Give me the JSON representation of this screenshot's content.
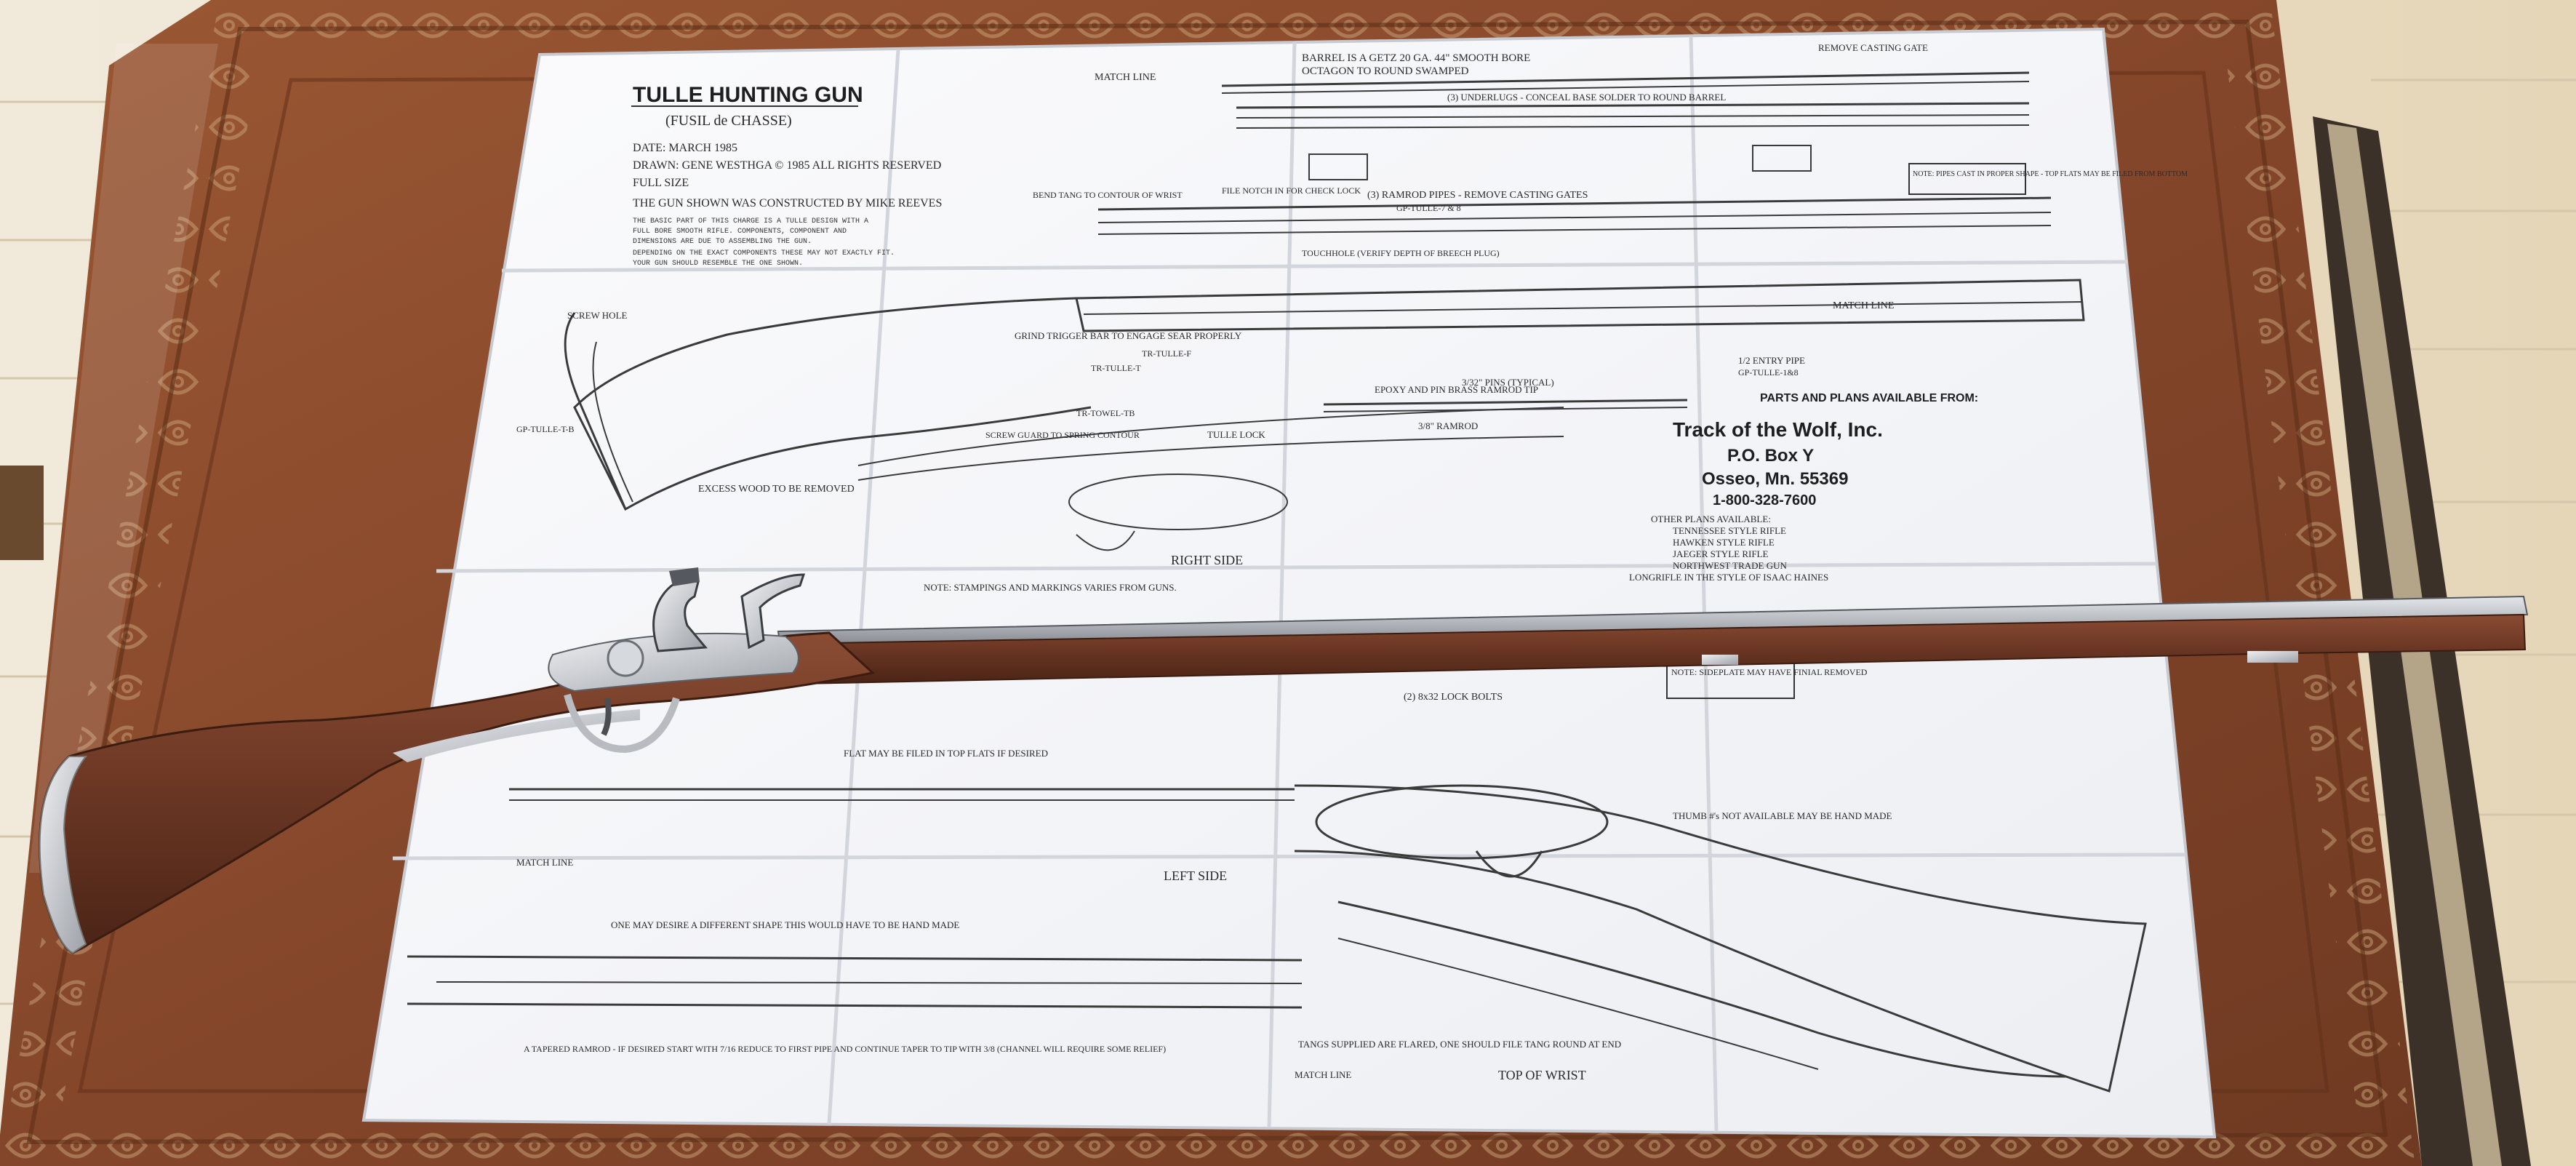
{
  "plan": {
    "title": "TULLE HUNTING GUN",
    "subtitle": "(FUSIL de CHASSE)",
    "credits": [
      "DATE: MARCH 1985",
      "DRAWN: GENE WESTHGA © 1985 ALL RIGHTS RESERVED",
      "FULL SIZE",
      "THE GUN SHOWN WAS CONSTRUCTED BY MIKE REEVES"
    ],
    "fineprint": [
      "THE BASIC PART OF THIS CHARGE IS A TULLE DESIGN WITH A",
      "FULL BORE SMOOTH RIFLE. COMPONENTS, COMPONENT AND",
      "DIMENSIONS ARE DUE TO ASSEMBLING THE GUN.",
      "DEPENDING ON THE EXACT COMPONENTS THESE MAY NOT EXACTLY FIT.",
      "YOUR GUN SHOULD RESEMBLE THE ONE SHOWN."
    ],
    "notes": {
      "match_line": "MATCH LINE",
      "barrel": "BARREL IS A GETZ 20 GA. 44\" SMOOTH BORE",
      "barrel2": "OCTAGON TO ROUND SWAMPED",
      "remove_casting": "REMOVE CASTING GATE",
      "undersleeve": "(3) UNDERLUGS - CONCEAL BASE SOLDER TO ROUND BARREL",
      "pipes": "(3) RAMROD PIPES - REMOVE CASTING GATES",
      "pipe_part": "GP-TULLE-7 & 8",
      "wristwrap": "BEND TANG TO CONTOUR OF WRIST",
      "file_notch": "FILE NOTCH IN FOR CHECK LOCK",
      "touchhole": "TOUCHHOLE (VERIFY DEPTH OF BREECH PLUG)",
      "screw_hole": "SCREW HOLE",
      "excess_wood": "EXCESS WOOD TO BE REMOVED",
      "gp_towel": "GP-TULLE-T-B",
      "grind": "GRIND TRIGGER BAR TO ENGAGE SEAR PROPERLY",
      "tr_tulle": "TR-TULLE-F",
      "tr_tulle_2": "TR-TULLE-T",
      "tr_towel": "TR-TOWEL-TB",
      "tulle_lock": "TULLE LOCK",
      "screw_guard": "SCREW GUARD TO SPRING CONTOUR",
      "right_side": "RIGHT SIDE",
      "left_side": "LEFT SIDE",
      "top_wrist": "TOP OF WRIST",
      "epoxy": "EPOXY AND PIN BRASS RAMROD TIP",
      "ramrod": "3/8\" RAMROD",
      "pins": "3/32\" PINS (TYPICAL)",
      "entry_pipe": "1/2 ENTRY PIPE",
      "entry_part": "GP-TULLE-1&8",
      "parts_avail": "PARTS AND PLANS AVAILABLE FROM:",
      "company": "Track of the Wolf, Inc.",
      "box": "P.O. Box Y",
      "city": "Osseo, Mn. 55369",
      "phone": "1-800-328-7600",
      "other_plans": "OTHER PLANS AVAILABLE:",
      "other1": "TENNESSEE STYLE RIFLE",
      "other2": "HAWKEN STYLE RIFLE",
      "other3": "JAEGER STYLE RIFLE",
      "other4": "NORTHWEST TRADE GUN",
      "other5": "LONGRIFLE IN THE STYLE OF ISAAC HAINES",
      "stampings": "NOTE: STAMPINGS AND MARKINGS VARIES FROM GUNS.",
      "lock_bolts": "(2) 8x32 LOCK BOLTS",
      "sideplate": "NOTE: SIDEPLATE MAY HAVE FINIAL REMOVED",
      "thumb": "THUMB #'s NOT AVAILABLE MAY BE HAND MADE",
      "flat_file": "FLAT MAY BE FILED IN TOP FLATS IF DESIRED",
      "different": "ONE MAY DESIRE A DIFFERENT SHAPE THIS WOULD HAVE TO BE HAND MADE",
      "tangs": "TANGS SUPPLIED ARE FLARED, ONE SHOULD FILE TANG ROUND AT END",
      "tapered": "A TAPERED RAMROD - IF DESIRED START WITH 7/16 REDUCE TO FIRST PIPE AND CONTINUE TAPER TO TIP WITH 3/8 (CHANNEL WILL REQUIRE SOME RELIEF)",
      "note_box": "NOTE: PIPES CAST IN PROPER SHAPE - TOP FLATS MAY BE FILED FROM BOTTOM"
    }
  },
  "colors": {
    "floor": "#eee6d4",
    "cloth": "#8a4b2a",
    "cloth_dark": "#5e2e17",
    "paper": "#f7f7f9",
    "walnut": "#6b3a26",
    "steel": "#c9ccd1"
  }
}
